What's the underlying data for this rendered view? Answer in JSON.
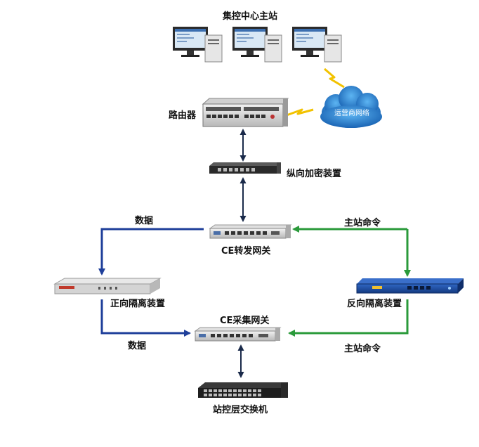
{
  "labels": {
    "control_center": "集控中心主站",
    "router": "路由器",
    "cloud": "运营商网络",
    "encryption": "纵向加密装置",
    "ce_forward": "CE转发网关",
    "forward_isolation": "正向隔离装置",
    "reverse_isolation": "反向隔离装置",
    "ce_collect": "CE采集网关",
    "switch": "站控层交换机",
    "data_top": "数据",
    "data_bottom": "数据",
    "command_top": "主站命令",
    "command_bottom": "主站命令"
  },
  "colors": {
    "data_arrow": "#1f3f9a",
    "command_arrow": "#2a9a3a",
    "link": "#1a2a4a",
    "lightning": "#f2c200",
    "cloud": "#1e78c8",
    "forward_device": "#d9d9d9",
    "reverse_device": "#1d4fa8"
  },
  "icons": {
    "workstation": "computer-workstation-icon",
    "router": "router-device-icon",
    "cloud": "cloud-icon",
    "lightning": "lightning-link-icon",
    "encryption": "rack-device-icon",
    "gateway": "gateway-device-icon",
    "switch": "network-switch-icon"
  }
}
